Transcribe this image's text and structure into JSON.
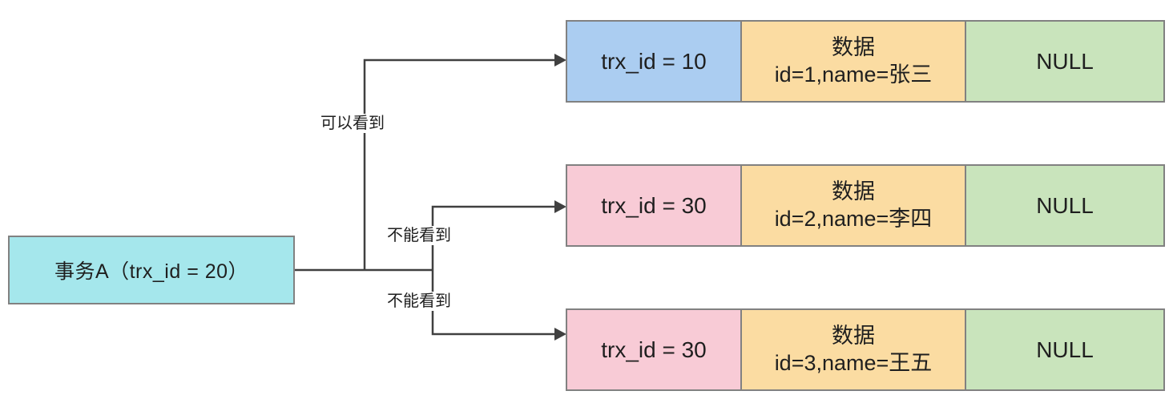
{
  "transaction": {
    "label": "事务A（trx_id = 20）"
  },
  "edges": [
    {
      "label": "可以看到",
      "target_row": 0
    },
    {
      "label": "不能看到",
      "target_row": 1
    },
    {
      "label": "不能看到",
      "target_row": 2
    }
  ],
  "rows": [
    {
      "trx_id": "trx_id = 10",
      "data_title": "数据",
      "data_value": "id=1,name=张三",
      "roll_ptr": "NULL",
      "trx_color": "#abcdf1"
    },
    {
      "trx_id": "trx_id = 30",
      "data_title": "数据",
      "data_value": "id=2,name=李四",
      "roll_ptr": "NULL",
      "trx_color": "#f8cbd6"
    },
    {
      "trx_id": "trx_id = 30",
      "data_title": "数据",
      "data_value": "id=3,name=王五",
      "roll_ptr": "NULL",
      "trx_color": "#f8cbd6"
    }
  ],
  "colors": {
    "trx_box": "#a5e7ec",
    "blue_cell": "#abcdf1",
    "pink_cell": "#f8cbd6",
    "orange_cell": "#fbdca2",
    "green_cell": "#c9e4bc",
    "border": "#818181",
    "line": "#404040"
  }
}
